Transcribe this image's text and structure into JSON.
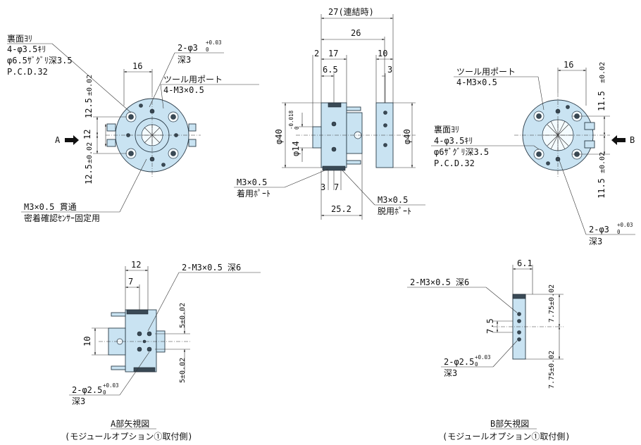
{
  "front": {
    "top_note": [
      "裏面ﾖﾘ",
      "4-φ3.5ｷﾘ",
      "φ6.5ｻﾞｸﾞﾘ深3.5",
      "P.C.D.32"
    ],
    "pin_note": [
      "2-φ3",
      "+0.03",
      "0",
      "深3"
    ],
    "tool_port": [
      "ツール用ポート",
      "4-M3×0.5"
    ],
    "dim_16": "16",
    "dim_125_top": "12.5",
    "dim_125_bot": "12.5",
    "tol_002": "±0.02",
    "dim_12": "12",
    "label_a": "A",
    "bottom_note": [
      "M3×0.5 貫通",
      "密着確認ｾﾝｻｰ固定用"
    ]
  },
  "side": {
    "dim_27": "27(連結時)",
    "dim_26": "26",
    "dim_2": "2",
    "dim_17": "17",
    "dim_65": "6.5",
    "dim_10": "10",
    "dim_3": "3",
    "dim_40a": "φ40",
    "dim_40b": "φ40",
    "dim_14": "φ14",
    "tol_14": "-0.018",
    "tol_14b": "0",
    "port_attach": [
      "M3×0.5",
      "着用ﾎﾟｰﾄ"
    ],
    "port_detach": [
      "M3×0.5",
      "脱用ﾎﾟｰﾄ"
    ],
    "dim_37": "3",
    "dim_7": "7",
    "dim_252": "25.2"
  },
  "back": {
    "tool_port": [
      "ツール用ポート",
      "4-M3×0.5"
    ],
    "dim_16": "16",
    "dim_115_top": "11.5",
    "dim_115_bot": "11.5",
    "tol_002": "±0.02",
    "label_b": "B",
    "note": [
      "裏面ﾖﾘ",
      "4-φ3.5ｷﾘ",
      "φ6ｻﾞｸﾞﾘ深3.5",
      "P.C.D.32"
    ],
    "pin_note": [
      "2-φ3",
      "+0.03",
      "0",
      "深3"
    ]
  },
  "view_a": {
    "dim_12": "12",
    "dim_7": "7",
    "tap_note": "2-M3×0.5 深6",
    "dim_10": "10",
    "dim_5_top": "5±0.02",
    "dim_5_bot": "5±0.02",
    "pin_note": [
      "2-φ2.5",
      "+0.03",
      "0",
      "深3"
    ],
    "caption": "A部矢視図",
    "sub_caption": "(モジュールオプション①取付側)"
  },
  "view_b": {
    "dim_61": "6.1",
    "tap_note": "2-M3×0.5 深6",
    "dim_75": "7.5",
    "dim_775_top": "7.75±0.02",
    "dim_775_bot": "7.75±0.02",
    "pin_note": [
      "2-φ2.5",
      "+0.03",
      "0",
      "深3"
    ],
    "caption": "B部矢視図",
    "sub_caption": "(モジュールオプション①取付側)"
  }
}
